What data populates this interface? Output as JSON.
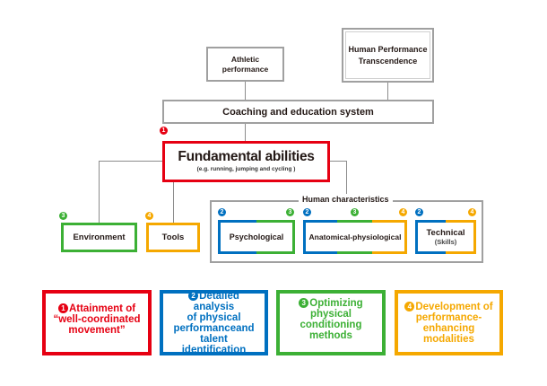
{
  "colors": {
    "red": "#e60012",
    "blue": "#0070c0",
    "green": "#3cb035",
    "orange": "#f5a800",
    "gray": "#a0a0a0"
  },
  "top": {
    "athletic": "Athletic\nperformance",
    "athletic_line1": "Athletic",
    "athletic_line2": "performance",
    "transcendence_line1": "Human Performance",
    "transcendence_line2": "Transcendence"
  },
  "coaching": "Coaching and education system",
  "fundamental": {
    "badge": "1",
    "title": "Fundamental abilities",
    "subtitle": "(e.g. running, jumping and cycling )"
  },
  "environment": {
    "badge": "3",
    "label": "Environment"
  },
  "tools": {
    "badge": "4",
    "label": "Tools"
  },
  "human_characteristics": {
    "title": "Human characteristics",
    "items": [
      {
        "label": "Psychological",
        "badges": [
          "2",
          "3"
        ]
      },
      {
        "label": "Anatomical-physiological",
        "badges": [
          "2",
          "3",
          "4"
        ]
      },
      {
        "label": "Technical",
        "sublabel": "(Skills)",
        "badges": [
          "2",
          "4"
        ]
      }
    ]
  },
  "bottom": [
    {
      "num": "1",
      "lines": [
        "Attainment of",
        "“well-coordinated",
        "movement”"
      ]
    },
    {
      "num": "2",
      "lines": [
        "Detailed analysis",
        "of physical",
        "performanceand",
        "talent identification"
      ]
    },
    {
      "num": "3",
      "lines": [
        "Optimizing",
        "physical conditioning",
        "methods"
      ]
    },
    {
      "num": "4",
      "lines": [
        "Development of",
        "performance-",
        "enhancing",
        "modalities"
      ]
    }
  ]
}
